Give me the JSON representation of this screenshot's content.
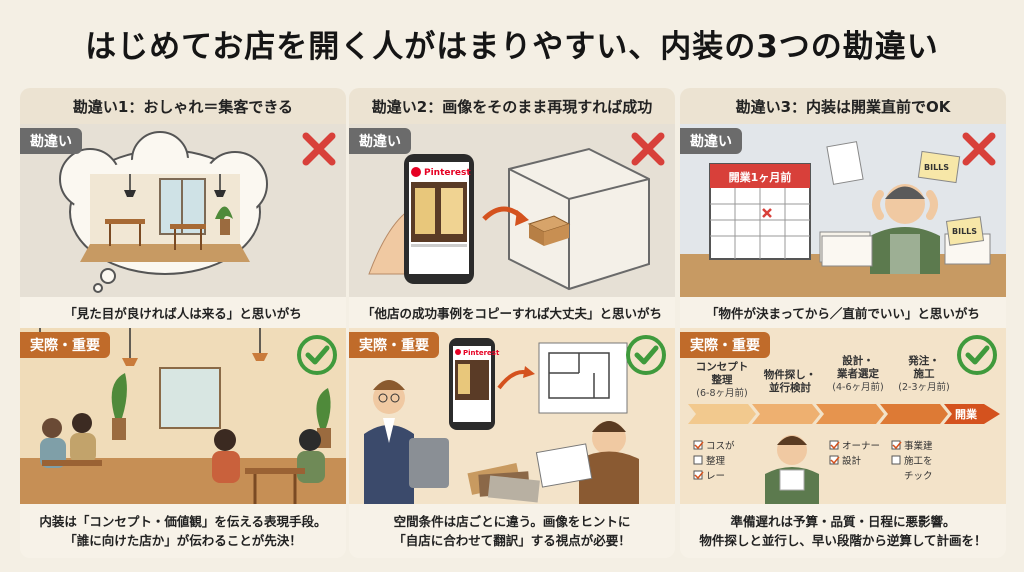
{
  "title": "はじめてお店を開く人がはまりやすい、内装の3つの勘違い",
  "labels": {
    "wrong": "勘違い",
    "correct": "実際・重要"
  },
  "colors": {
    "wrong_tag": "#6b6b6b",
    "correct_tag": "#c06b2a",
    "cross": "#d8403a",
    "check": "#3f9a3c",
    "arrow": "#d4521e"
  },
  "columns": [
    {
      "heading": "勘違い1：おしゃれ＝集客できる",
      "wrong_caption": "「見た目が良ければ人は来る」と思いがち",
      "correct_caption_lines": [
        "内装は「コンセプト・価値観」を伝える表現手段。",
        "「誰に向けた店か」が伝わることが先決！"
      ]
    },
    {
      "heading": "勘違い2：画像をそのまま再現すれば成功",
      "wrong_caption": "「他店の成功事例をコピーすれば大丈夫」と思いがち",
      "phone_app": "Pinterest",
      "correct_caption_lines": [
        "空間条件は店ごとに違う。画像をヒントに",
        "「自店に合わせて翻訳」する視点が必要！"
      ]
    },
    {
      "heading": "勘違い3：内装は開業直前でOK",
      "wrong_caption": "「物件が決まってから／直前でいい」と思いがち",
      "calendar_label": "開業1ヶ月前",
      "bills_label": "BILLS",
      "timeline": [
        {
          "title_lines": [
            "コンセプト",
            "整理"
          ],
          "sub": "(6-8ヶ月前)"
        },
        {
          "title_lines": [
            "物件探し・",
            "並行検討"
          ],
          "sub": ""
        },
        {
          "title_lines": [
            "設計・",
            "業者選定"
          ],
          "sub": "(4-6ヶ月前)"
        },
        {
          "title_lines": [
            "発注・",
            "施工"
          ],
          "sub": "(2-3ヶ月前)"
        }
      ],
      "timeline_end": "開業",
      "checklists": [
        [
          "コスが",
          "整理",
          "レー"
        ],
        [
          "オーナー",
          "設計"
        ],
        [
          "事業建",
          "施工を",
          "チック"
        ]
      ],
      "correct_caption_lines": [
        "準備遅れは予算・品質・日程に悪影響。",
        "物件探しと並行し、早い段階から逆算して計画を！"
      ]
    }
  ]
}
